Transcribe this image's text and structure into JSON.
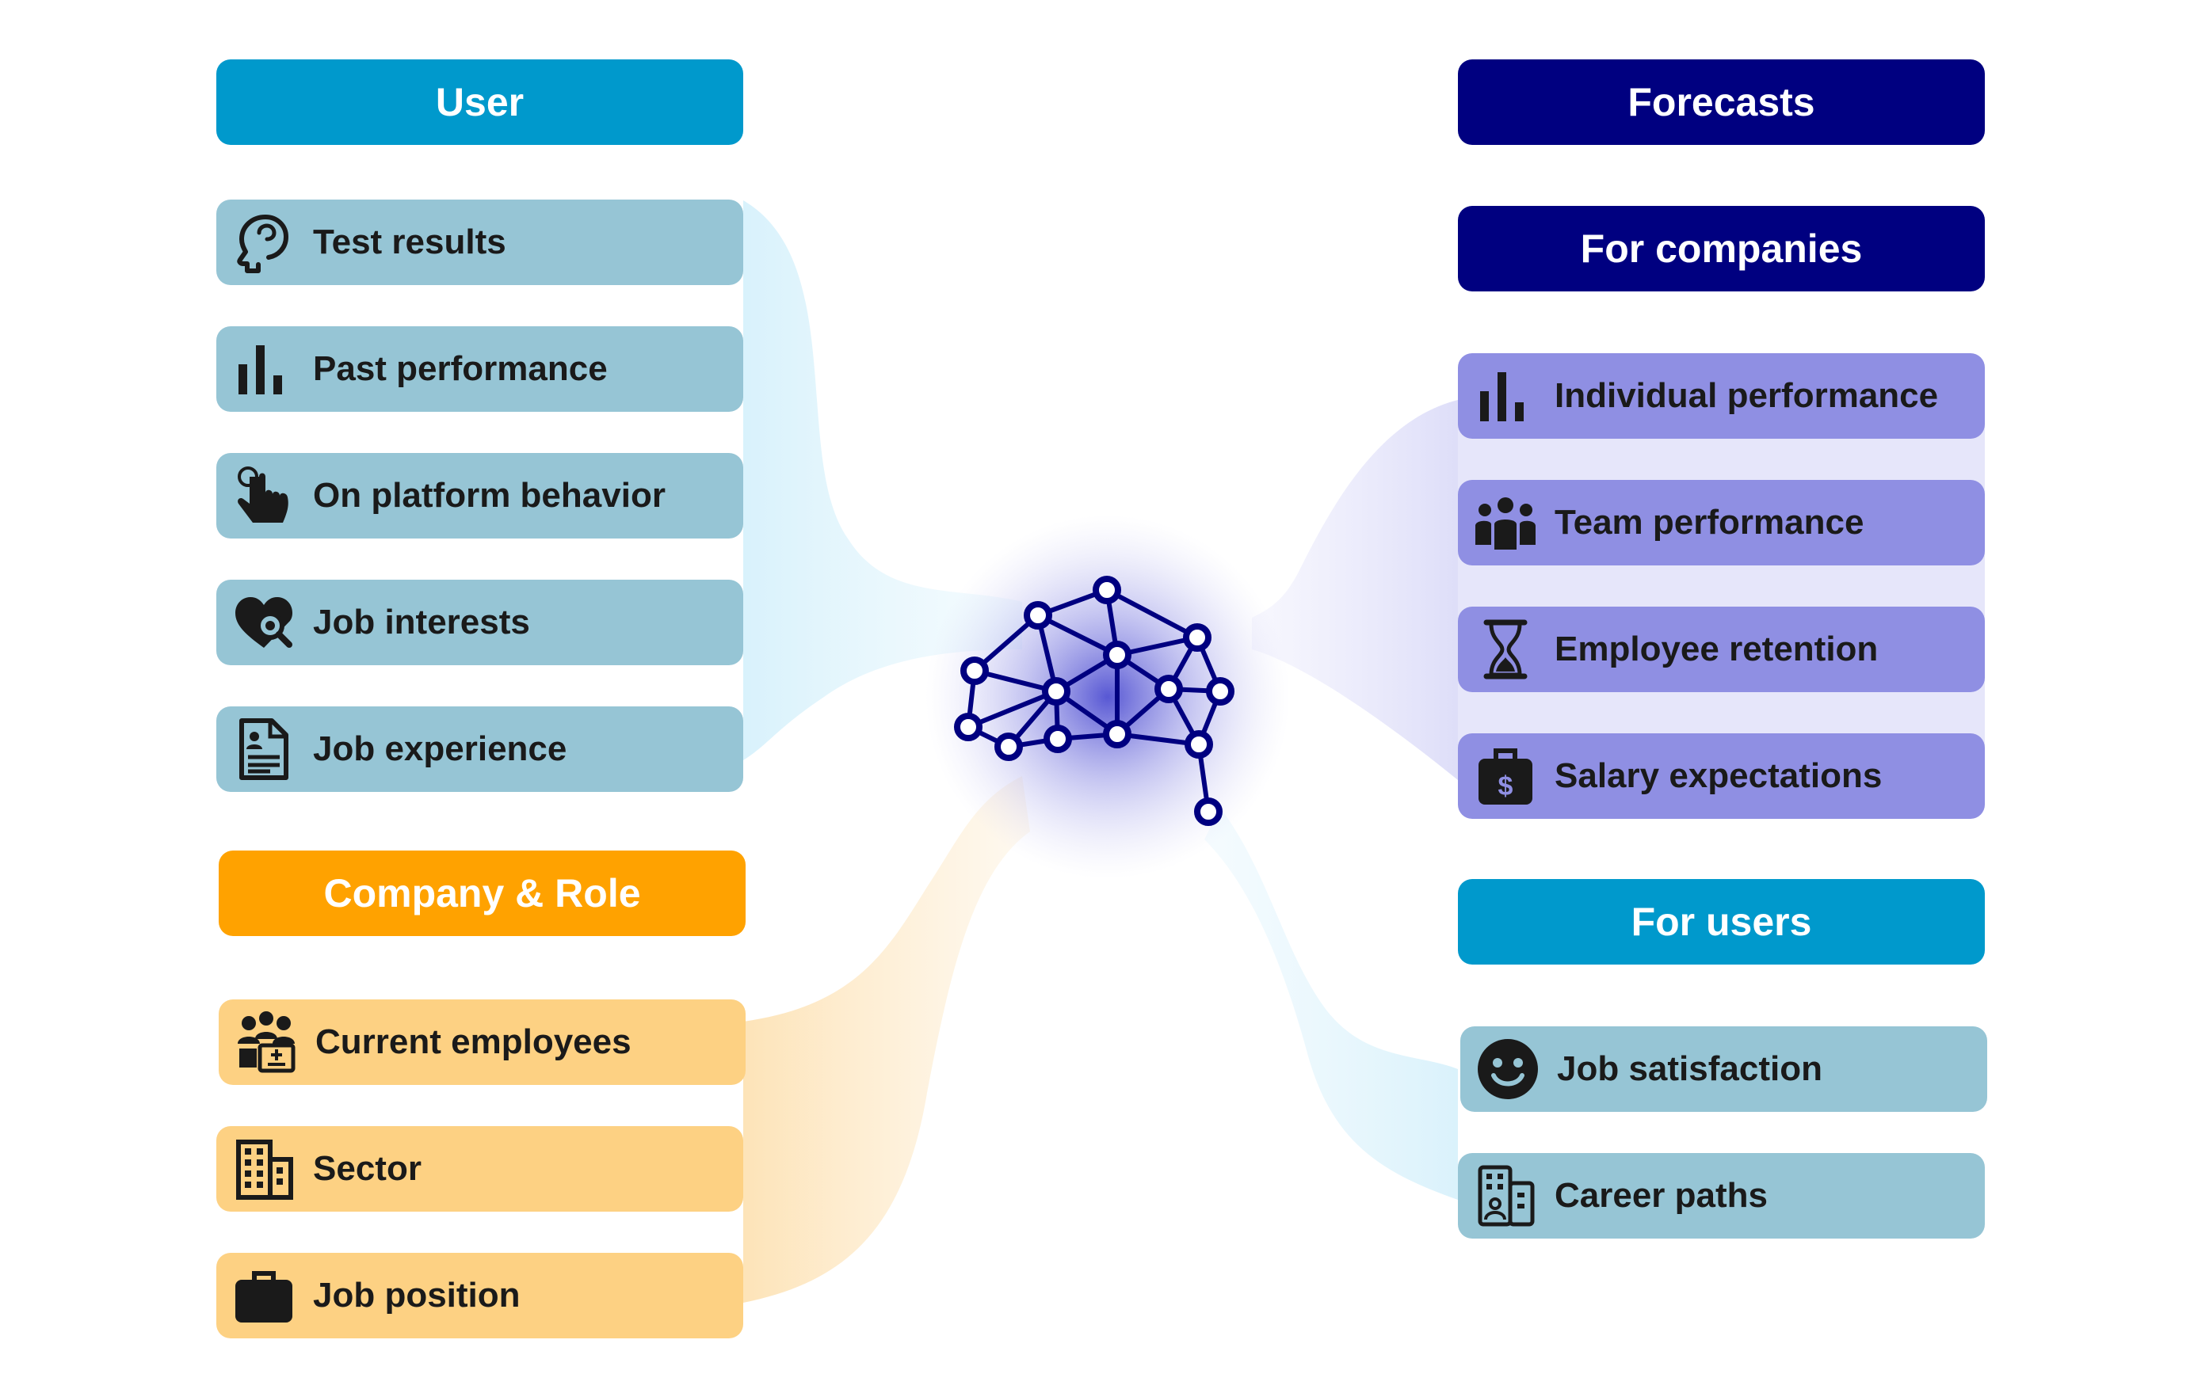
{
  "left": {
    "user_header": "User",
    "user_items": [
      {
        "label": "Test results",
        "icon": "head-profile-icon"
      },
      {
        "label": "Past performance",
        "icon": "bar-chart-icon"
      },
      {
        "label": "On platform behavior",
        "icon": "pointer-hand-icon"
      },
      {
        "label": "Job interests",
        "icon": "heart-search-icon"
      },
      {
        "label": "Job experience",
        "icon": "document-icon"
      }
    ],
    "company_header": "Company & Role",
    "company_items": [
      {
        "label": "Current employees",
        "icon": "people-id-icon"
      },
      {
        "label": "Sector",
        "icon": "building-icon"
      },
      {
        "label": "Job position",
        "icon": "briefcase-icon"
      }
    ]
  },
  "center": {
    "icon": "neural-brain-icon"
  },
  "right": {
    "forecasts_header": "Forecasts",
    "for_companies_header": "For companies",
    "company_items": [
      {
        "label": "Individual performance",
        "icon": "bar-chart-icon"
      },
      {
        "label": "Team performance",
        "icon": "team-icon"
      },
      {
        "label": "Employee retention",
        "icon": "hourglass-icon"
      },
      {
        "label": "Salary expectations",
        "icon": "money-bag-icon"
      }
    ],
    "for_users_header": "For users",
    "user_items": [
      {
        "label": "Job satisfaction",
        "icon": "smiley-icon"
      },
      {
        "label": "Career paths",
        "icon": "career-paths-icon"
      }
    ]
  },
  "colors": {
    "user_blue": "#0099cc",
    "company_orange": "#ffa200",
    "forecast_navy": "#000080",
    "item_blue": "#96c5d5",
    "item_orange": "#fdd183",
    "item_purple": "#8f8fe3",
    "brain_stroke": "#000080"
  }
}
